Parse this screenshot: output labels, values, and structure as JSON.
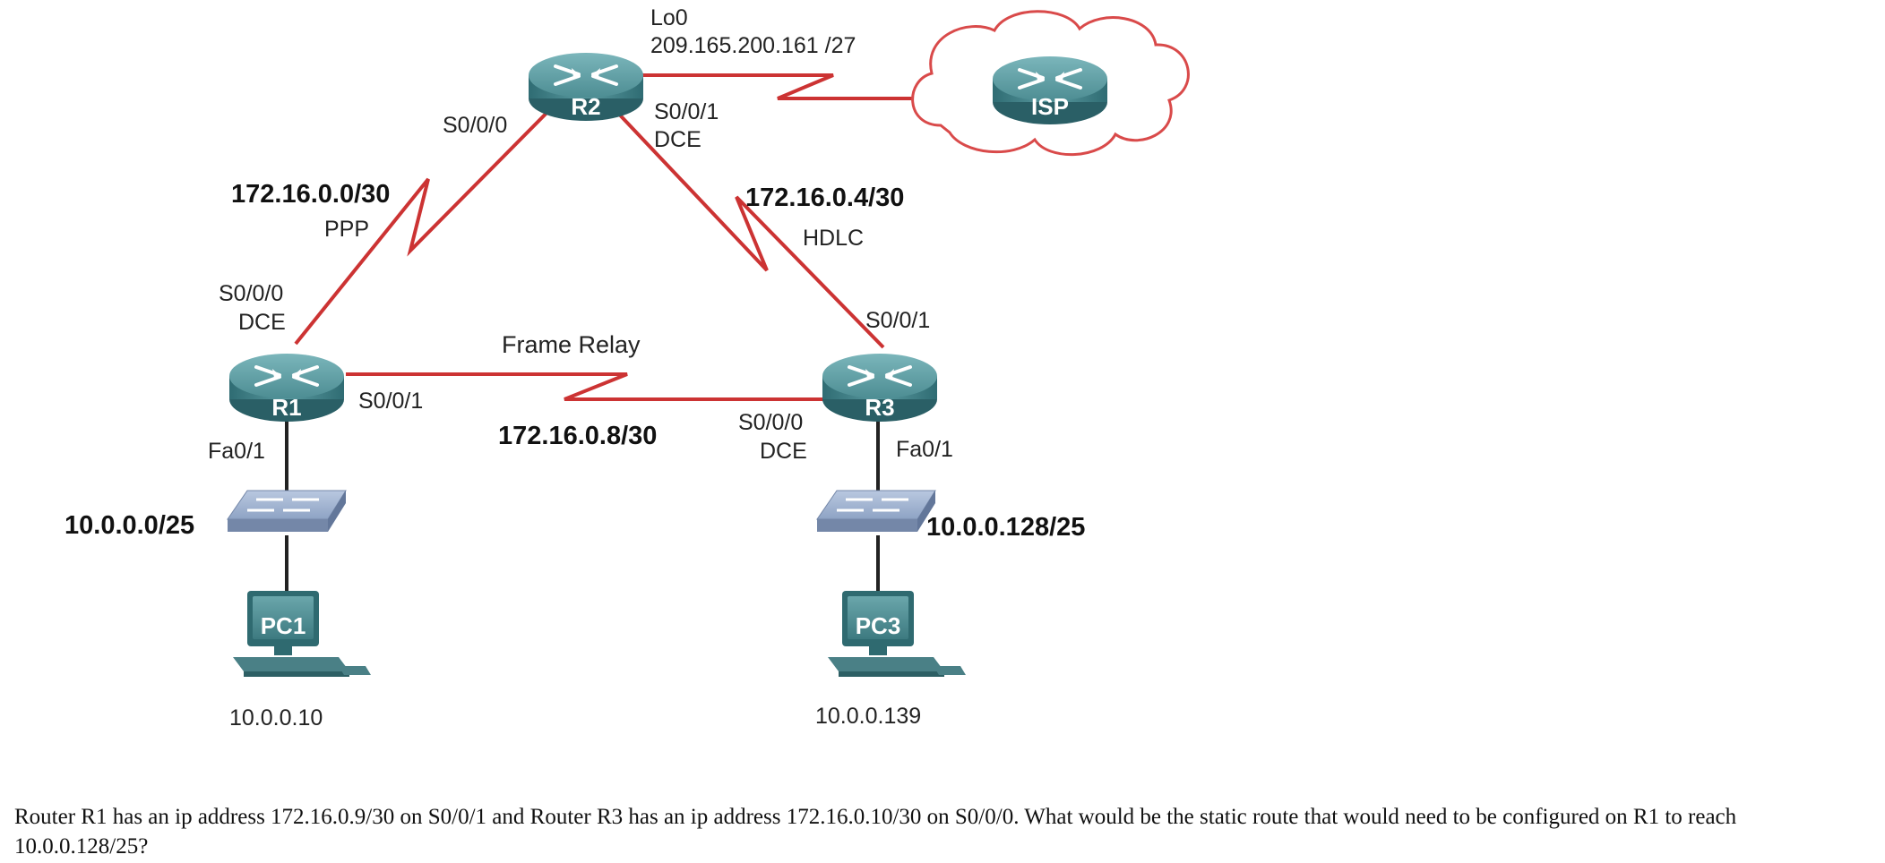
{
  "devices": {
    "r1": "R1",
    "r2": "R2",
    "r3": "R3",
    "isp": "ISP",
    "pc1": "PC1",
    "pc3": "PC3"
  },
  "interfaces": {
    "r2_lo0": "Lo0",
    "r2_lo0_ip": "209.165.200.161 /27",
    "r2_s000": "S0/0/0",
    "r2_s001": "S0/0/1",
    "r2_s001_dce": "DCE",
    "r1_s000": "S0/0/0",
    "r1_s000_dce": "DCE",
    "r1_s001": "S0/0/1",
    "r1_fa01": "Fa0/1",
    "r3_s001": "S0/0/1",
    "r3_s000": "S0/0/0",
    "r3_s000_dce": "DCE",
    "r3_fa01": "Fa0/1"
  },
  "links": {
    "r1_r2_net": "172.16.0.0/30",
    "r1_r2_proto": "PPP",
    "r2_r3_net": "172.16.0.4/30",
    "r2_r3_proto": "HDLC",
    "r1_r3_proto": "Frame Relay",
    "r1_r3_net": "172.16.0.8/30"
  },
  "lans": {
    "r1_lan": "10.0.0.0/25",
    "r3_lan": "10.0.0.128/25",
    "pc1_ip": "10.0.0.10",
    "pc3_ip": "10.0.0.139"
  },
  "question": "Router R1 has an ip address 172.16.0.9/30 on S0/0/1 and Router R3 has an ip address 172.16.0.10/30 on S0/0/0. What would be the static route that would need to be configured on R1 to reach 10.0.0.128/25?",
  "colors": {
    "serial_link": "#cc3333",
    "router_body": "#3f7f86",
    "router_top": "#5e9ea4",
    "switch_body": "#8ea3c4",
    "pc_body": "#4f8a90",
    "cloud_stroke": "#d94a4a"
  }
}
